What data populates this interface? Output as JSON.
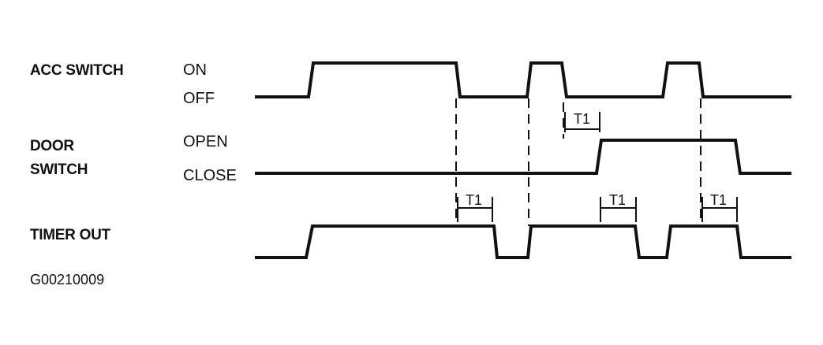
{
  "signals": {
    "acc": {
      "name": "ACC SWITCH",
      "high": "ON",
      "low": "OFF"
    },
    "door": {
      "name_line1": "DOOR",
      "name_line2": "SWITCH",
      "high": "OPEN",
      "low": "CLOSE"
    },
    "timer": {
      "name": "TIMER OUT"
    }
  },
  "interval_label": "T1",
  "figure_id": "G00210009"
}
